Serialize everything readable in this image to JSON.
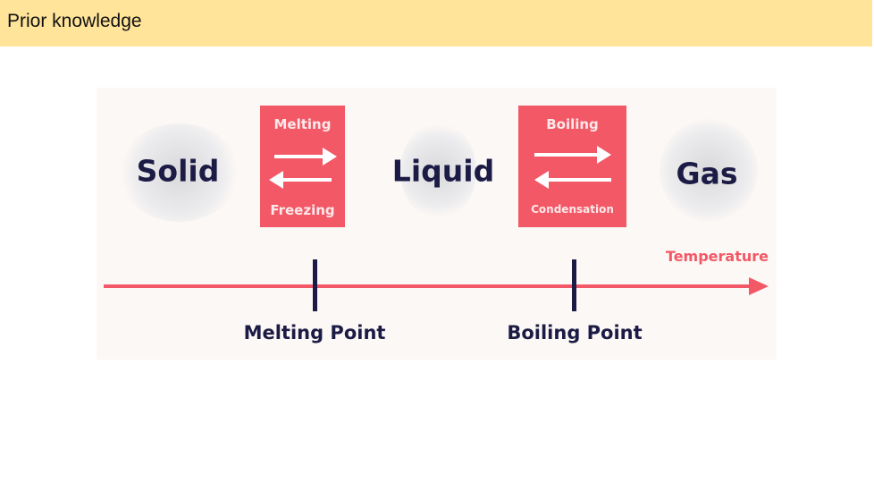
{
  "header": {
    "title": "Prior knowledge"
  },
  "diagram": {
    "states": {
      "solid": "Solid",
      "liquid": "Liquid",
      "gas": "Gas"
    },
    "transitions": [
      {
        "forward": "Melting",
        "backward": "Freezing"
      },
      {
        "forward": "Boiling",
        "backward": "Condensation"
      }
    ],
    "axis_label": "Temperature",
    "points": [
      "Melting Point",
      "Boiling Point"
    ],
    "colors": {
      "accent": "#f25866",
      "text": "#1c1b45",
      "background": "#fcf8f5",
      "header": "#ffe499"
    }
  }
}
